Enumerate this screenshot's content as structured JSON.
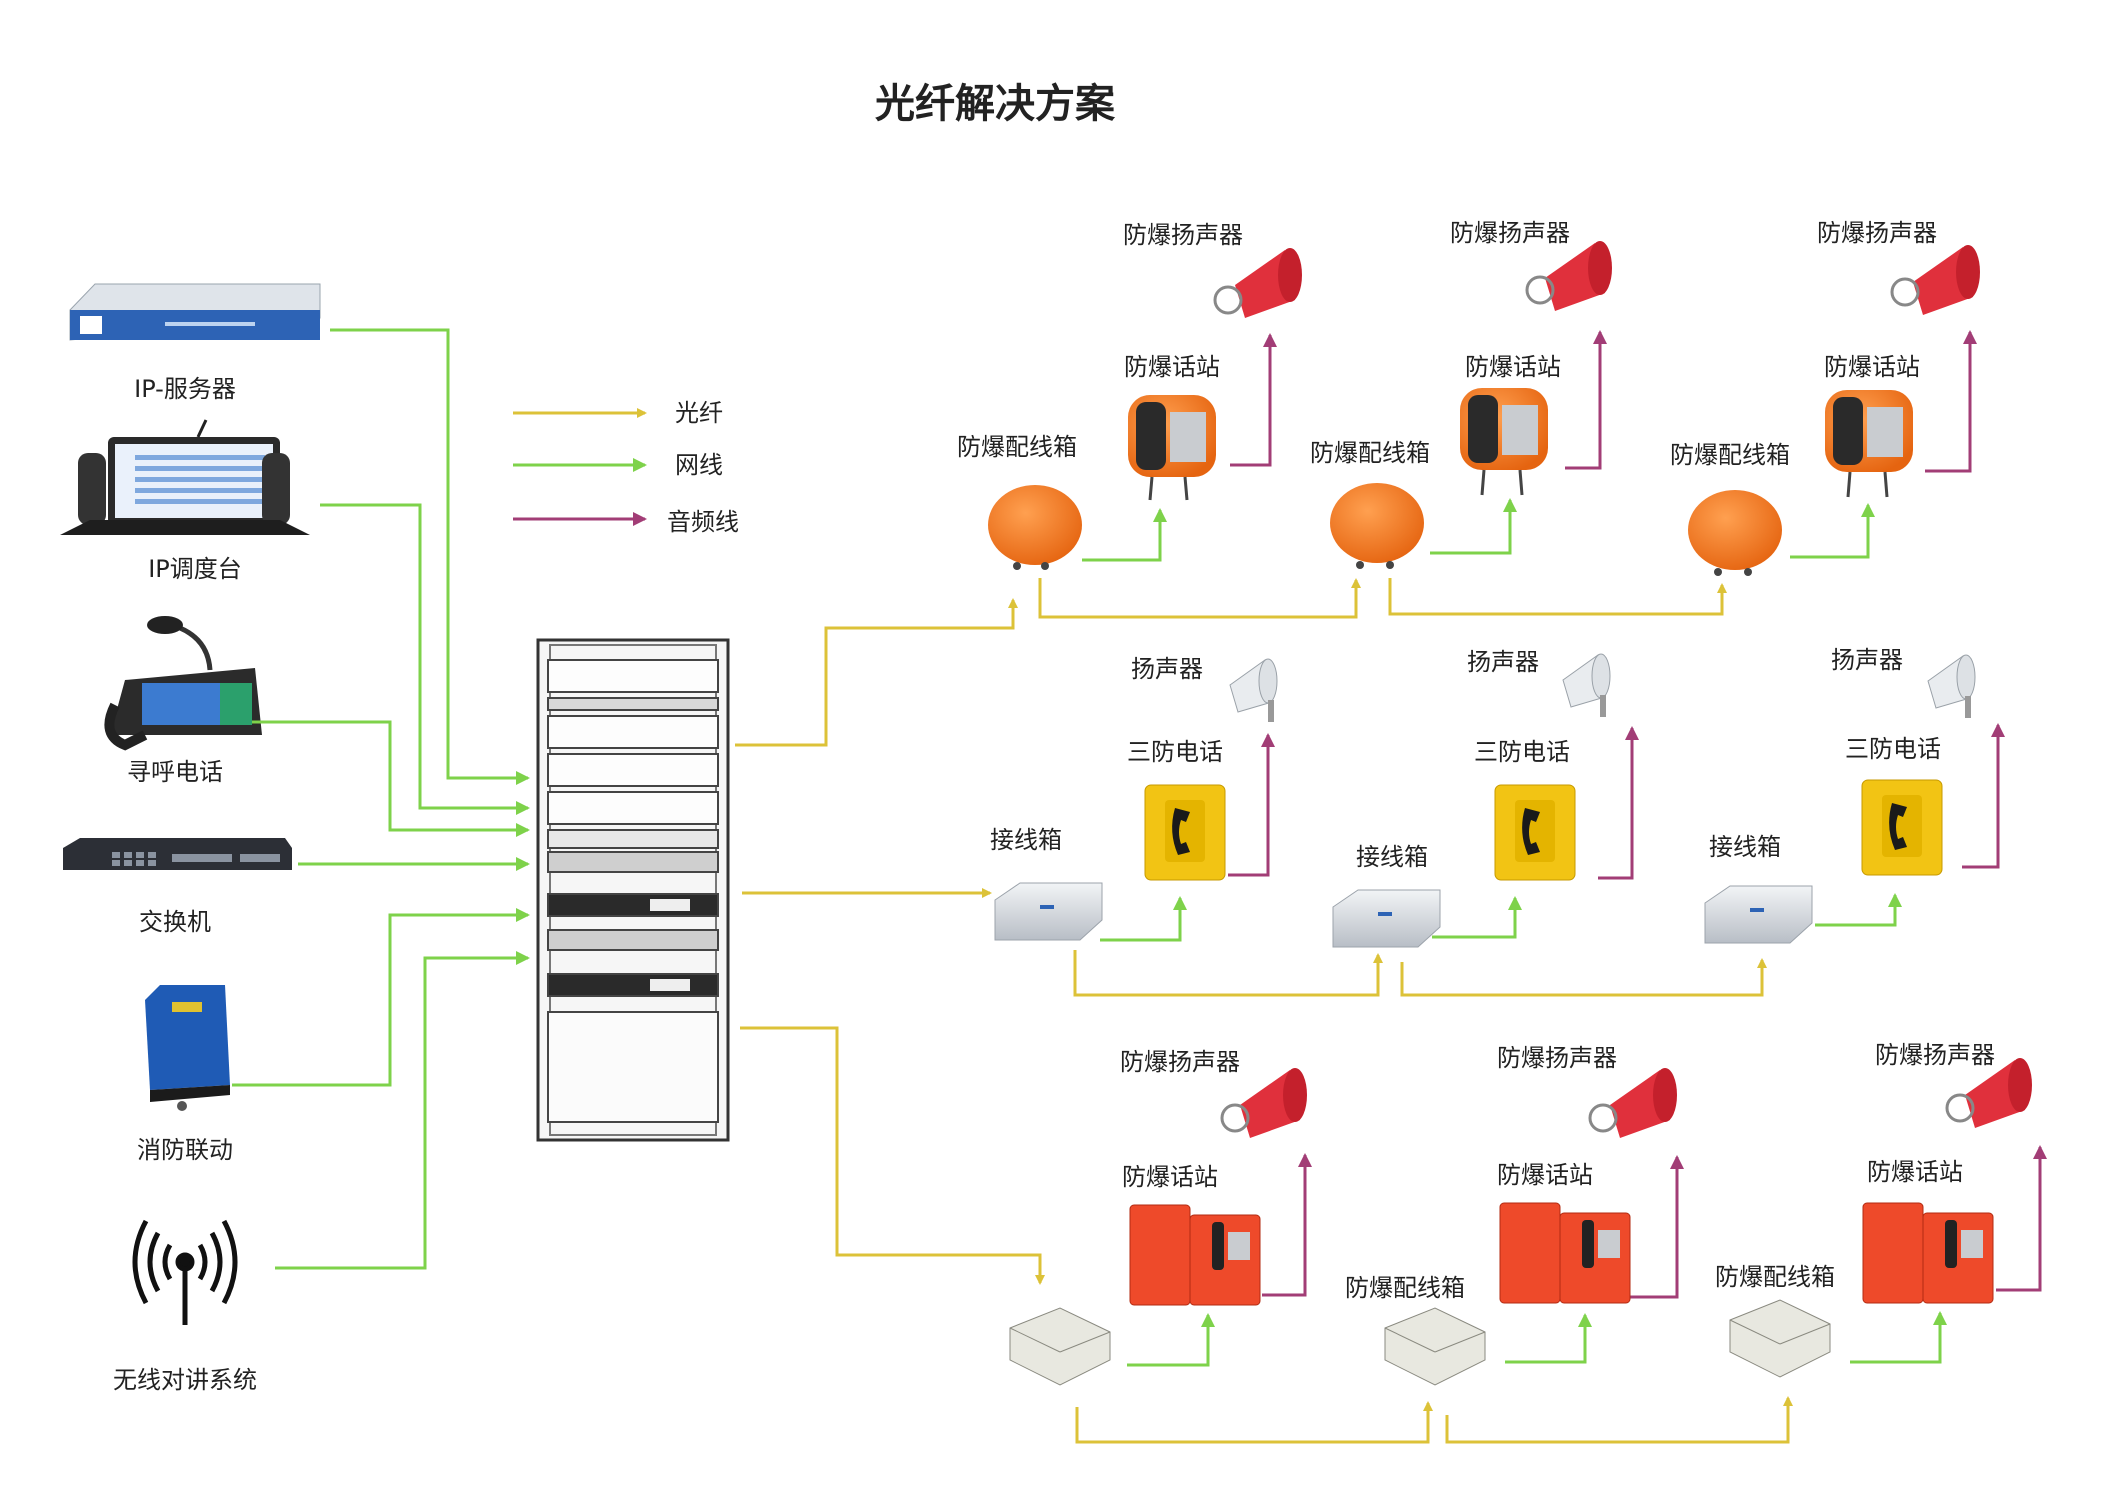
{
  "title": "光纤解决方案",
  "legend": {
    "fiber": "光纤",
    "network": "网线",
    "audio": "音频线"
  },
  "colors": {
    "fiber": "#dcc238",
    "network": "#7ed24a",
    "audio": "#a23d76",
    "ex_orange": "#f07a1a",
    "ex_red_speaker": "#e0303c",
    "ex_red_phone": "#ee4a2a",
    "yellow_phone": "#f2c414"
  },
  "left_devices": {
    "ip_server": "IP-服务器",
    "ip_console": "IP调度台",
    "paging_phone": "寻呼电话",
    "switch": "交换机",
    "fire_linkage": "消防联动",
    "wireless": "无线对讲系统"
  },
  "row1": {
    "junction": "防爆配线箱",
    "phone": "防爆话站",
    "speaker": "防爆扬声器"
  },
  "row2": {
    "junction": "接线箱",
    "phone": "三防电话",
    "speaker": "扬声器"
  },
  "row3": {
    "junction": "防爆配线箱",
    "phone": "防爆话站",
    "speaker": "防爆扬声器"
  }
}
